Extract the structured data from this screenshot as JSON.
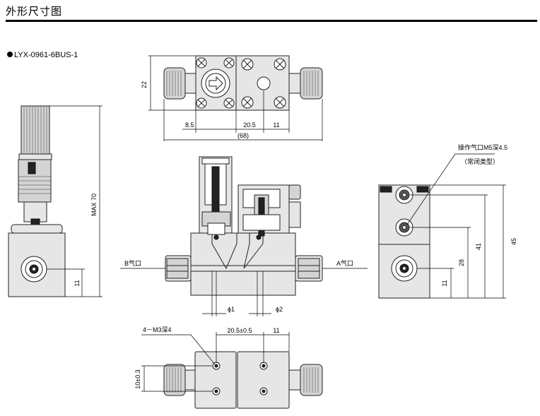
{
  "page": {
    "title": "外形尺寸图",
    "model": "LYX-0961-6BUS-1"
  },
  "top_view": {
    "dims": {
      "height": "22",
      "left_offset": "8.5",
      "pitch": "20.5",
      "right_offset": "11",
      "overall": "(68)"
    }
  },
  "side_view": {
    "dims": {
      "height_max": "MAX 70",
      "port_height": "11"
    }
  },
  "front_section": {
    "port_b": "B气口",
    "port_a": "A气口",
    "phi1": "ϕ1",
    "phi2": "ϕ2"
  },
  "right_view": {
    "callout_line1": "操作气口M5深4.5",
    "callout_line2": "（常闭类型）",
    "dims": {
      "d11": "11",
      "d28": "28",
      "d41": "41",
      "d45": "45"
    }
  },
  "bottom_view": {
    "hole_callout": "4－M3深4",
    "dims": {
      "pitch": "20.5±0.5",
      "right": "11",
      "height": "10±0.3"
    }
  }
}
